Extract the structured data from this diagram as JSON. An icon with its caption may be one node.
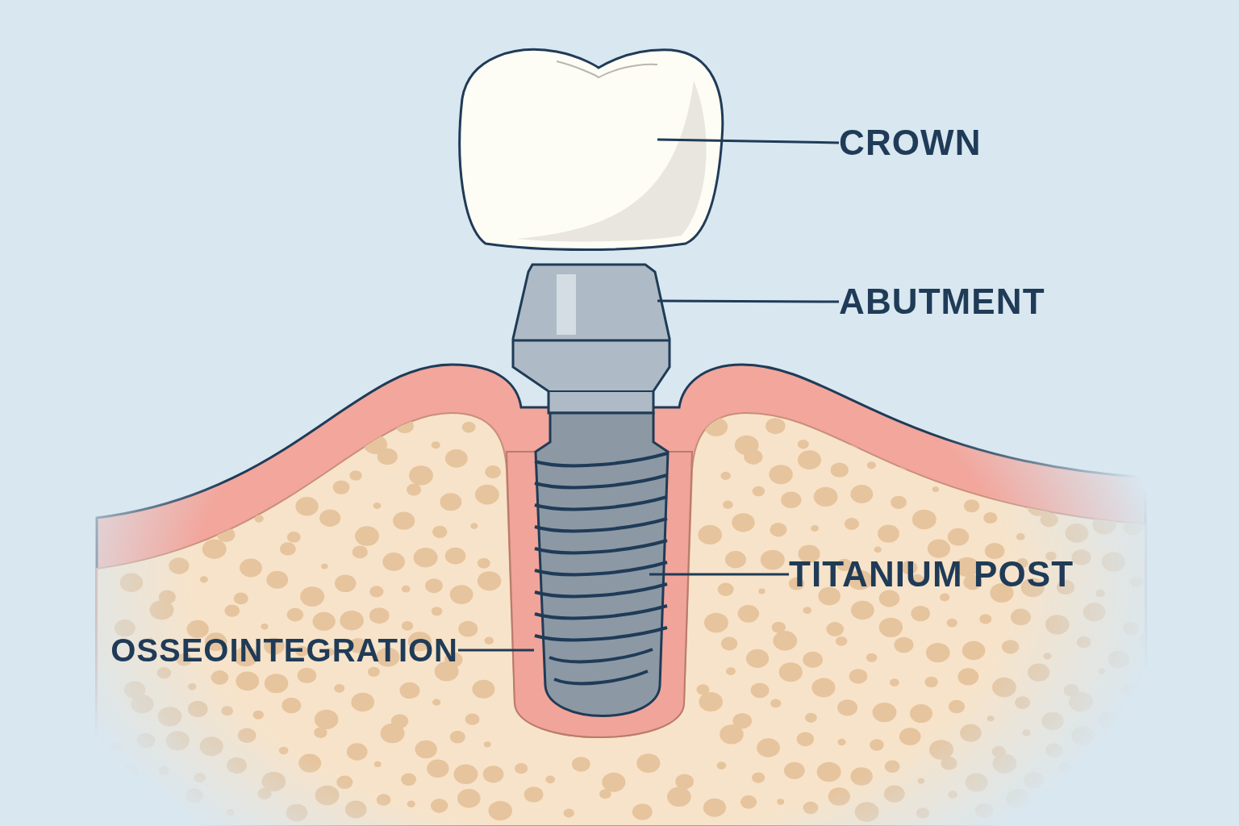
{
  "diagram": {
    "nodes": [
      {
        "text": [
          "CROWN"
        ]
      },
      {
        "text": [
          "ABUTMENT"
        ]
      },
      {
        "text": [
          "TITANIUM POST"
        ]
      },
      {
        "text": [
          "OSSEOINTEGRATION"
        ]
      },
      {
        "text": [],
        "shape": "picture"
      },
      {
        "text": [],
        "shape": "picture"
      },
      {
        "text": [],
        "shape": "picture"
      },
      {
        "text": [],
        "shape": "picture"
      }
    ],
    "edges": [
      {
        "from": 0,
        "to": 4,
        "arrow": "none"
      },
      {
        "from": 1,
        "to": 5,
        "arrow": "none"
      },
      {
        "from": 2,
        "to": 6,
        "arrow": "none"
      },
      {
        "from": 3,
        "to": 7,
        "arrow": "none"
      }
    ]
  }
}
